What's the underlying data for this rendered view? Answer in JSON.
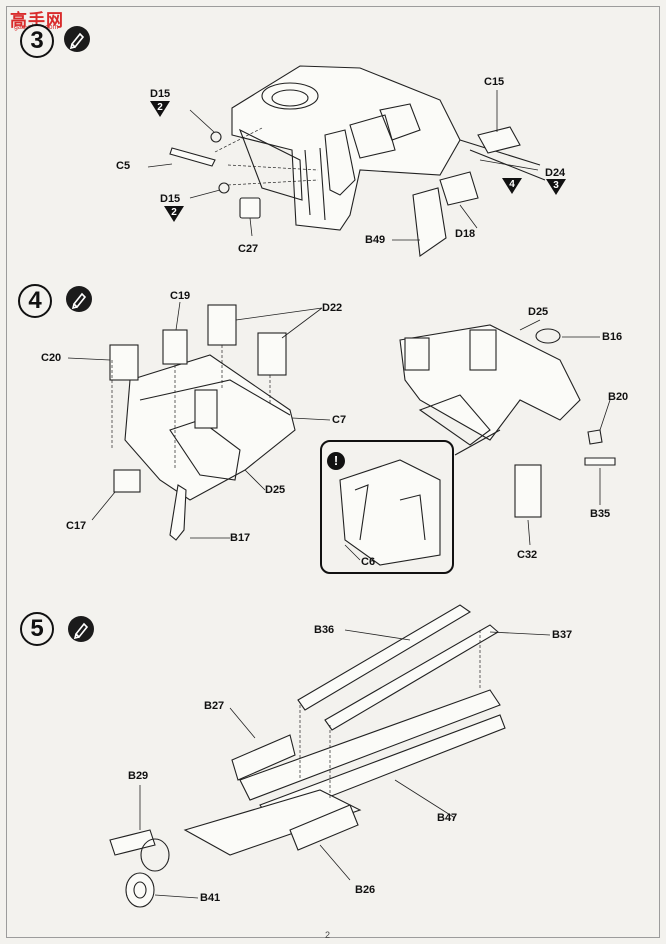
{
  "watermark": {
    "brand": "高手网",
    "domain": "gao-shou.com"
  },
  "page_number": "2",
  "steps": [
    {
      "number": "3"
    },
    {
      "number": "4"
    },
    {
      "number": "5"
    }
  ],
  "step3": {
    "labels": {
      "D15a": "D15",
      "D15a_badge": "2",
      "C5": "C5",
      "D15b": "D15",
      "D15b_badge": "2",
      "C27": "C27",
      "C15": "C15",
      "D24": "D24",
      "D24_badge": "3",
      "badge4": "4",
      "D18": "D18",
      "B49": "B49"
    }
  },
  "step4": {
    "labels": {
      "C19": "C19",
      "D22": "D22",
      "C20": "C20",
      "C7": "C7",
      "D25a": "D25",
      "C17": "C17",
      "B17": "B17",
      "D25b": "D25",
      "B16": "B16",
      "B20": "B20",
      "B35": "B35",
      "C32": "C32",
      "C6": "C6"
    },
    "warning_glyph": "!"
  },
  "step5": {
    "labels": {
      "B36": "B36",
      "B37": "B37",
      "B27": "B27",
      "B29": "B29",
      "B47": "B47",
      "B26": "B26",
      "B41": "B41"
    }
  },
  "icons": {
    "pencil": "pencil-icon",
    "warning": "exclamation-icon",
    "triangle": "marking-triangle-icon"
  }
}
